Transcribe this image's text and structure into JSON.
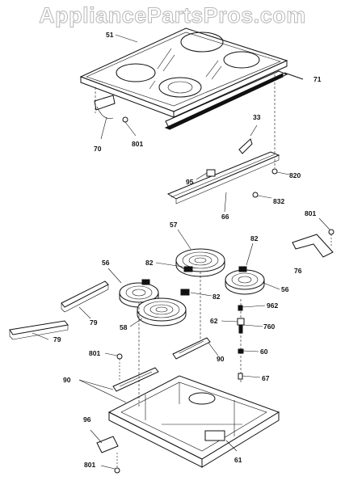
{
  "watermark": "AppliancePartsPros.com",
  "parts": {
    "p51": "51",
    "p71": "71",
    "p70": "70",
    "p801a": "801",
    "p33": "33",
    "p95": "95",
    "p820": "820",
    "p66": "66",
    "p832": "832",
    "p801b": "801",
    "p57": "57",
    "p82a": "82",
    "p82b": "82",
    "p76": "76",
    "p56a": "56",
    "p56b": "56",
    "p82c": "82",
    "p962": "962",
    "p79a": "79",
    "p79b": "79",
    "p58": "58",
    "p62": "62",
    "p760": "760",
    "p801c": "801",
    "p90a": "90",
    "p60": "60",
    "p90b": "90",
    "p67": "67",
    "p96": "96",
    "p61": "61",
    "p801d": "801"
  }
}
